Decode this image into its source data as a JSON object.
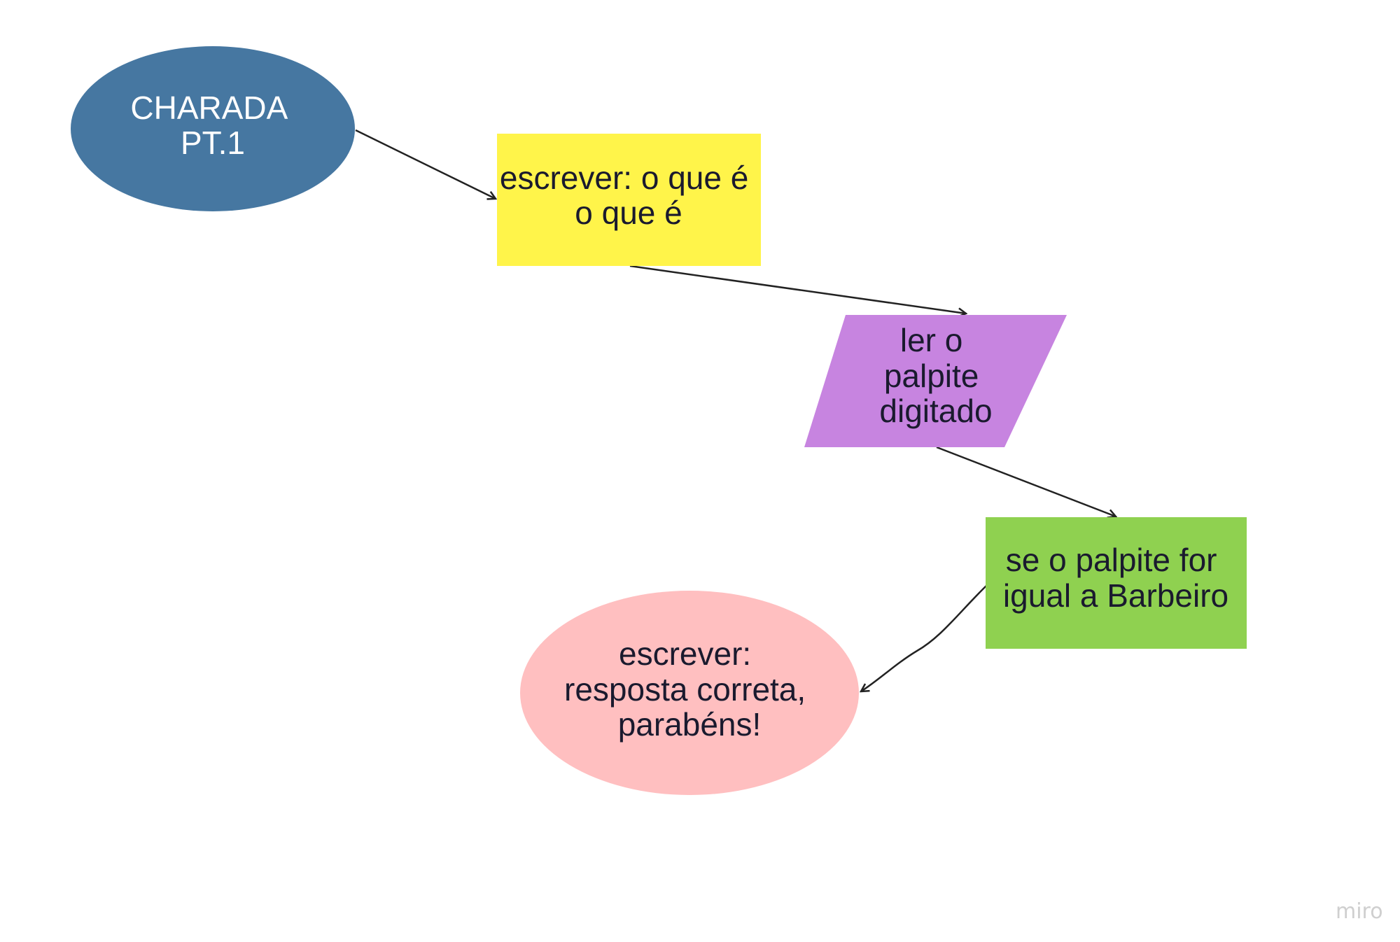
{
  "colors": {
    "background": "#ffffff",
    "start_fill": "#4677a1",
    "start_text": "#ffffff",
    "write_fill": "#fff44a",
    "read_fill": "#c784e0",
    "decision_fill": "#8fd150",
    "end_fill": "#ffbfc0",
    "text_dark": "#1a1a2e",
    "connector": "#222222",
    "watermark": "#cfcfcf"
  },
  "nodes": {
    "start": {
      "shape": "ellipse",
      "lines": [
        "CHARADA",
        "PT.1"
      ]
    },
    "write_question": {
      "shape": "rectangle",
      "lines": [
        "escrever: o que é",
        "o que é"
      ]
    },
    "read_guess": {
      "shape": "parallelogram",
      "lines": [
        "ler o",
        "palpite",
        "digitado"
      ]
    },
    "condition": {
      "shape": "rectangle",
      "lines": [
        "se o palpite for",
        "igual a Barbeiro"
      ]
    },
    "write_result": {
      "shape": "ellipse",
      "lines": [
        "escrever:",
        "resposta correta,",
        "parabéns!"
      ]
    }
  },
  "watermark": "miro"
}
